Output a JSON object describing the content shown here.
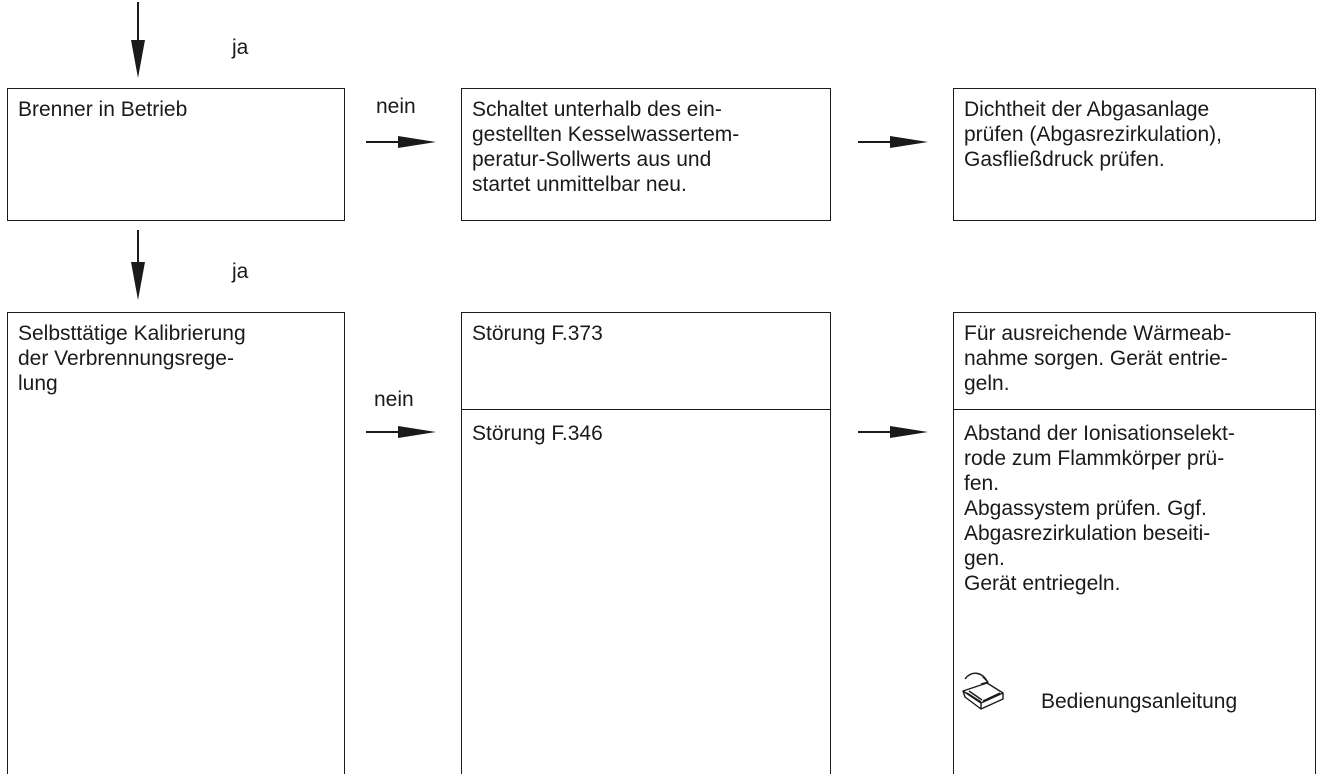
{
  "labels": {
    "yes": "ja",
    "no": "nein"
  },
  "boxes": {
    "burner_running": "Brenner in Betrieb",
    "switches_off": "Schaltet unterhalb des ein-\ngestellten Kesselwassertem-\nperatur-Sollwerts aus und\nstartet unmittelbar neu.",
    "check_flue": "Dichtheit der Abgasanlage\nprüfen (Abgasrezirkulation),\nGasfließdruck prüfen.",
    "auto_calibration": "Selbsttätige Kalibrierung\nder Verbrennungsrege-\nlung",
    "fault_f373": "Störung F.373",
    "fault_f346": "Störung F.346",
    "heat_removal": "Für ausreichende Wärmeab-\nnahme sorgen. Gerät entrie-\ngeln.",
    "electrode_check": "Abstand der Ionisationselekt-\nrode zum Flammkörper prü-\nfen.\nAbgassystem prüfen. Ggf.\nAbgasrezirkulation beseiti-\ngen.\nGerät entriegeln.",
    "manual_ref": "Bedienungsanleitung"
  },
  "icons": {
    "manual": "book-icon"
  }
}
